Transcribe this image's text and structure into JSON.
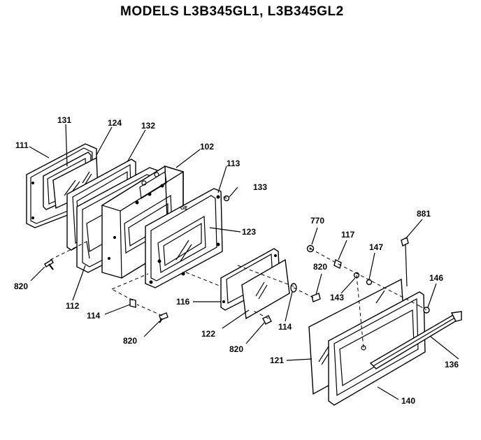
{
  "title": "MODELS L3B345GL1, L3B345GL2",
  "part_labels": {
    "p111": "111",
    "p131": "131",
    "p124": "124",
    "p132": "132",
    "p102": "102",
    "p113": "113",
    "p133": "133",
    "p123": "123",
    "p820a": "820",
    "p112": "112",
    "p114a": "114",
    "p820b": "820",
    "p116": "116",
    "p122": "122",
    "p114b": "114",
    "p820c": "820",
    "p820d": "820",
    "p770": "770",
    "p117": "117",
    "p147": "147",
    "p143": "143",
    "p881": "881",
    "p146": "146",
    "p121": "121",
    "p136": "136",
    "p140": "140"
  }
}
